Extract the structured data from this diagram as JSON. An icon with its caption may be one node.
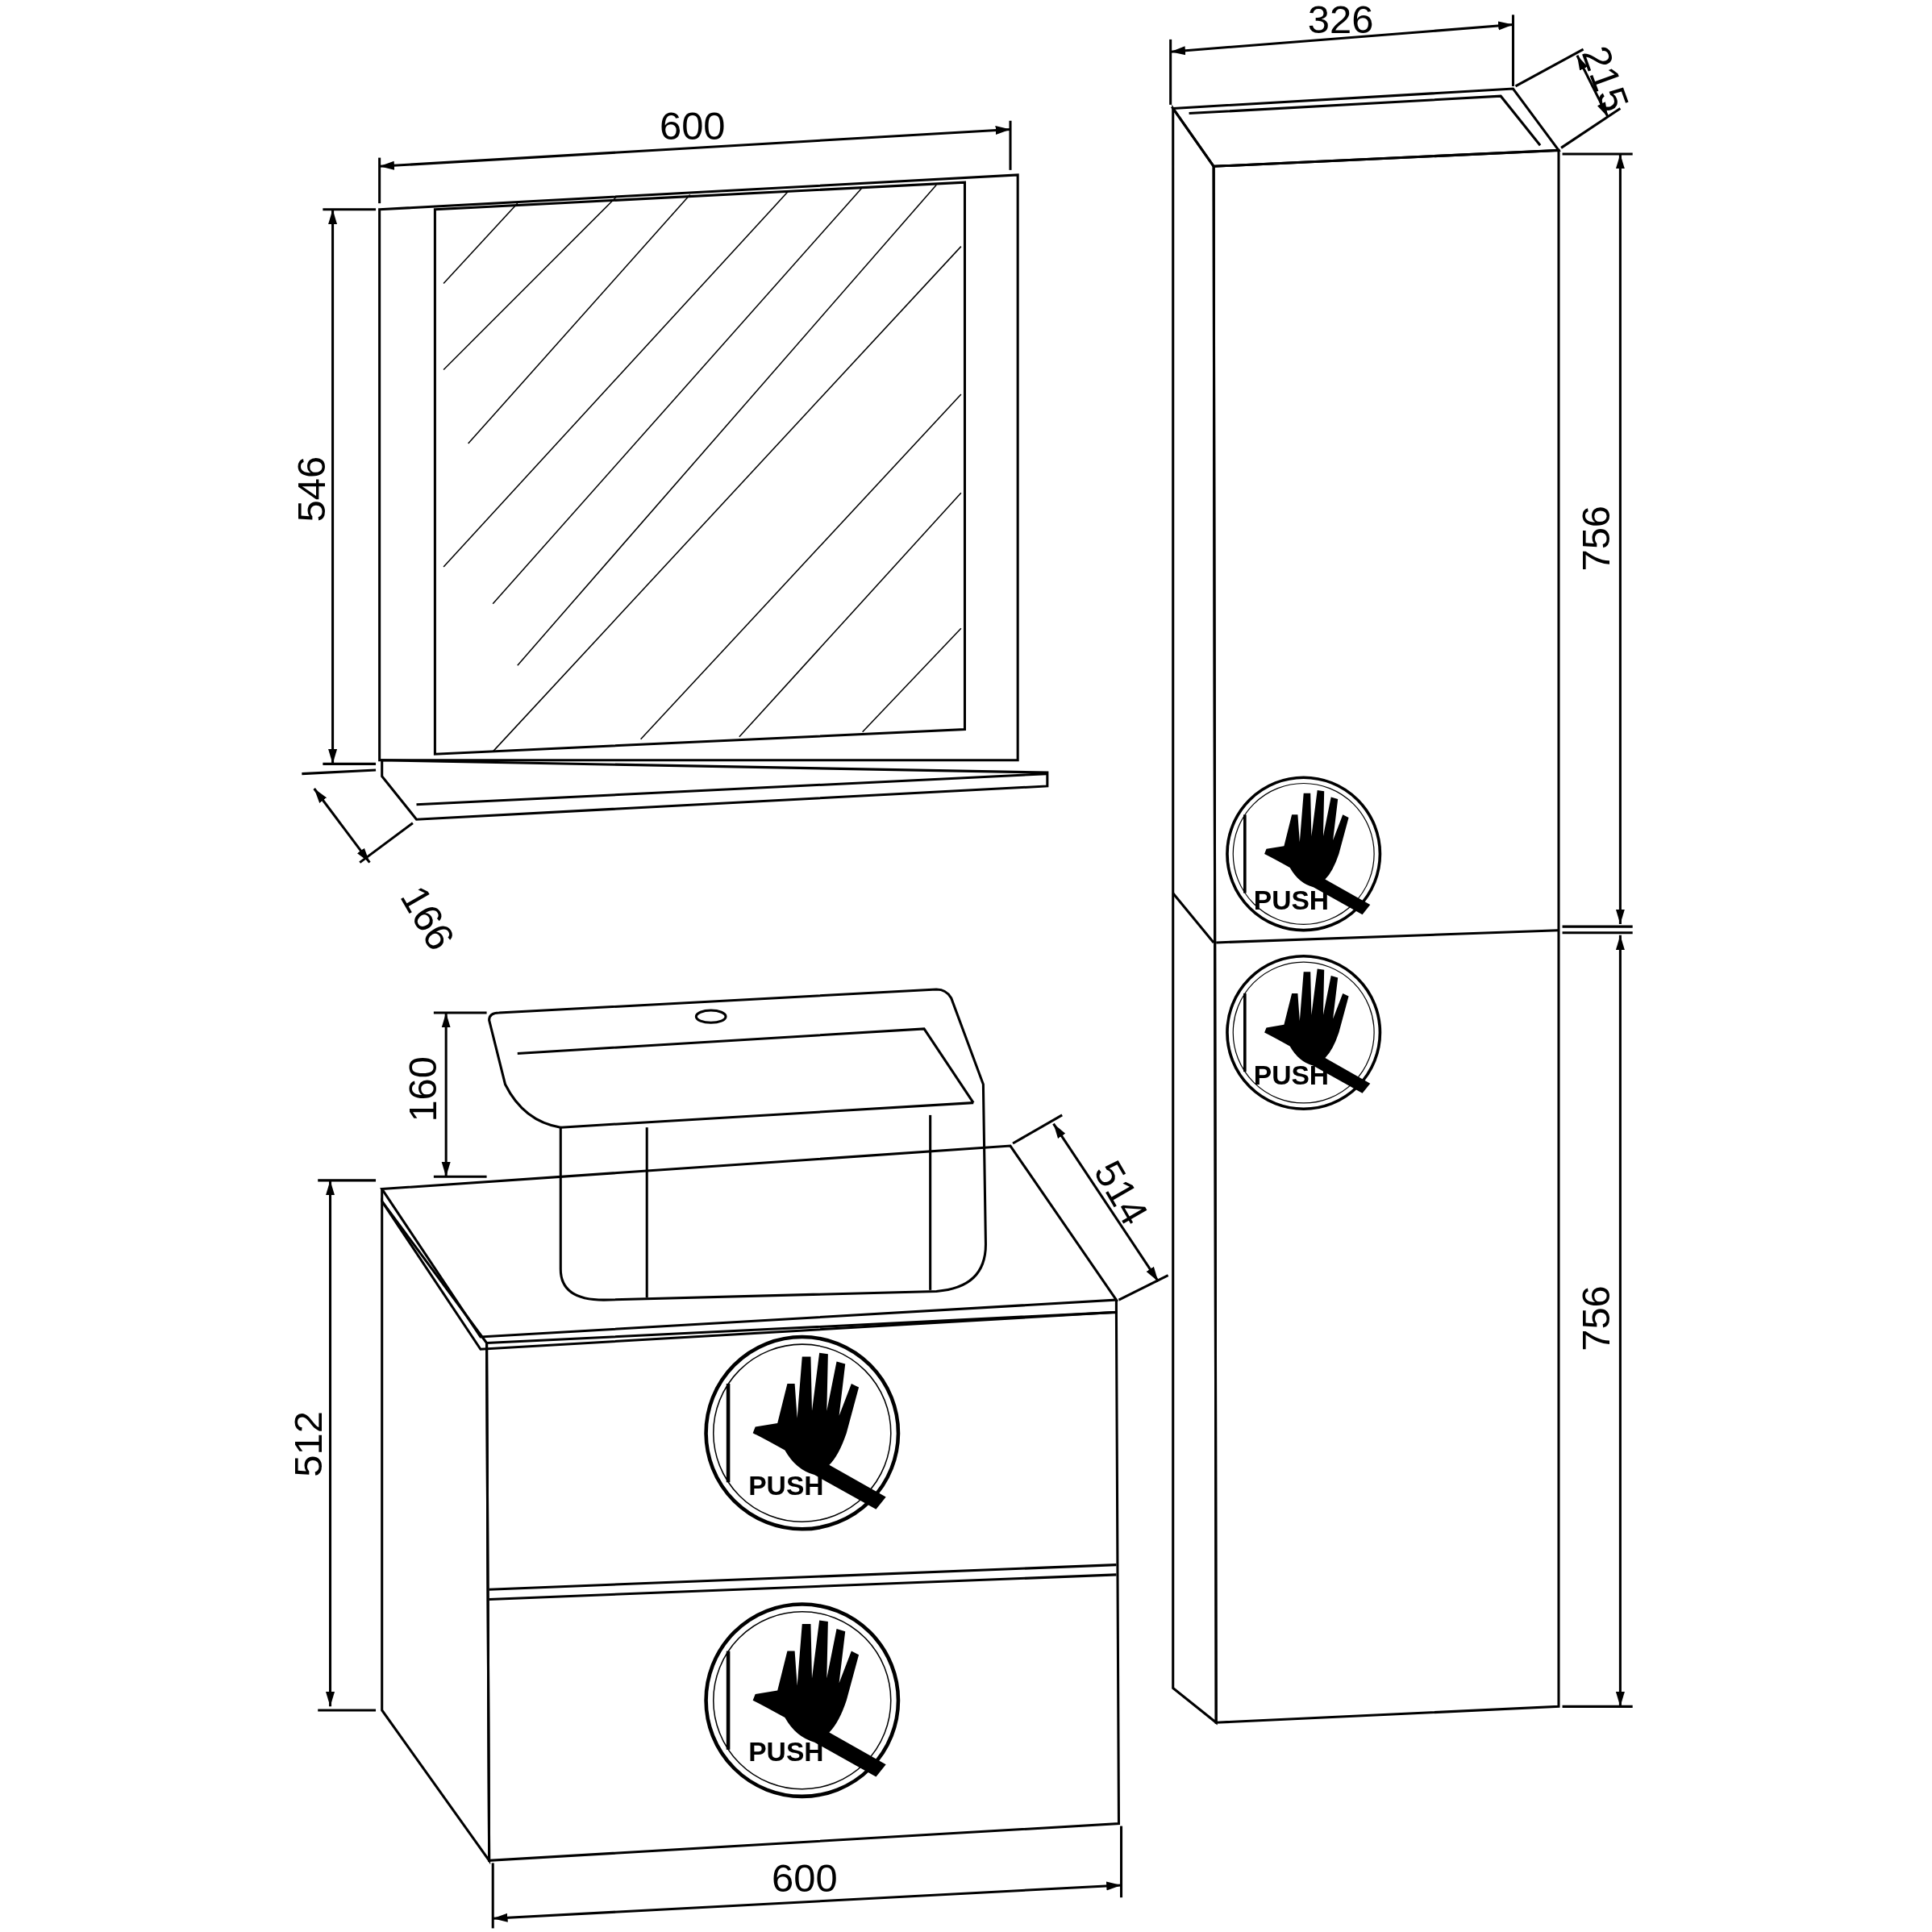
{
  "diagram": {
    "labels": [
      "326",
      "215",
      "600",
      "546",
      "756",
      "PUSH",
      "166",
      "PUSH",
      "160",
      "514",
      "756",
      "PUSH",
      "512",
      "PUSH",
      "600"
    ]
  }
}
